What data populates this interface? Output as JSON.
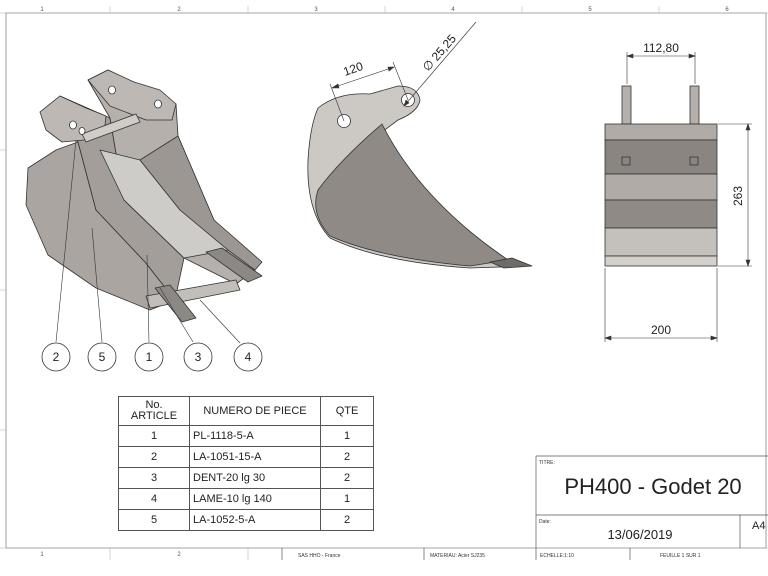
{
  "frame": {
    "top_zones": [
      "1",
      "2",
      "3",
      "4",
      "5",
      "6"
    ],
    "bottom_zones": [
      "1",
      "2"
    ]
  },
  "balloons": [
    "2",
    "5",
    "1",
    "3",
    "4"
  ],
  "dimensions": {
    "pin_spacing": "120",
    "pin_diameter": "∅ 25,25",
    "lug_spacing": "112,80",
    "height": "263",
    "width": "200"
  },
  "bom": {
    "headers": [
      "No.\nARTICLE",
      "NUMERO DE PIECE",
      "QTE"
    ],
    "rows": [
      {
        "no": "1",
        "part": "PL-1118-5-A",
        "qty": "1"
      },
      {
        "no": "2",
        "part": "LA-1051-15-A",
        "qty": "2"
      },
      {
        "no": "3",
        "part": "DENT-20 lg 30",
        "qty": "2"
      },
      {
        "no": "4",
        "part": "LAME-10 lg 140",
        "qty": "1"
      },
      {
        "no": "5",
        "part": "LA-1052-5-A",
        "qty": "2"
      }
    ]
  },
  "title_block": {
    "title_label": "TITRE:",
    "title": "PH400 - Godet 20",
    "date_label": "Date:",
    "date": "13/06/2019",
    "sheet_size": "A4",
    "company": "SAS HHO - France",
    "material": "MATERIAU: Acier SJ235",
    "scale": "ECHELLE:1:10",
    "sheet": "FEUILLE 1 SUR 1"
  }
}
